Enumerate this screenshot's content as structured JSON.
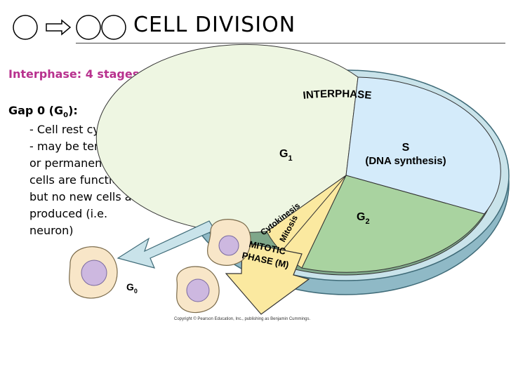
{
  "title": "CELL DIVISION",
  "heading": "Interphase: 4 stages",
  "subheading": {
    "text": "Gap 0 (G",
    "sub": "0",
    "suffix": "):"
  },
  "bullets": [
    "- Cell rest cycle",
    "- may be temporary",
    "or permanent (where",
    "cells are functional",
    "but no new cells are",
    "produced (i.e.",
    "neuron)"
  ],
  "diagram": {
    "ring_label": "INTERPHASE",
    "g1": {
      "main": "G",
      "sub": "1"
    },
    "s": {
      "line1": "S",
      "line2": "(DNA synthesis)"
    },
    "g2": {
      "main": "G",
      "sub": "2"
    },
    "cytokinesis": "Cytokinesis",
    "mitosis": "Mitosis",
    "mitotic1": "MITOTIC",
    "mitotic2": "PHASE (M)",
    "g0": {
      "main": "G",
      "sub": "0"
    },
    "copyright": "Copyright © Pearson Education, Inc., publishing as Benjamin Cummings."
  },
  "colors": {
    "heading": "#b8318e",
    "g1_fill": "#eef6e2",
    "s_fill": "#d4ebfa",
    "g2_fill": "#a9d3a0",
    "ring_fill": "#c9e3ea",
    "arrow_fill": "#fbe9a0",
    "cell_fill": "#f8e6c8",
    "nucleus_fill": "#cdb8e0"
  }
}
